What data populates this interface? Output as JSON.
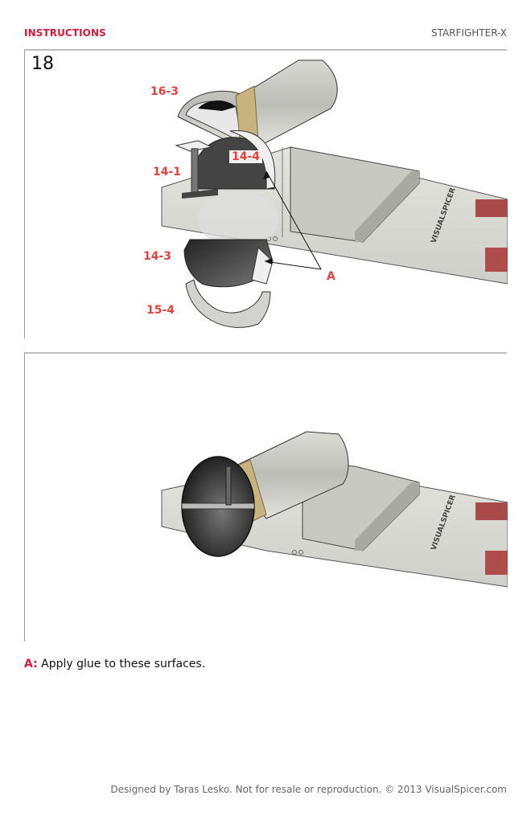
{
  "header": {
    "section": "INSTRUCTIONS",
    "model": "STARFIGHTER-X"
  },
  "colors": {
    "header_accent": "#d7193a",
    "part_label": "#e5403c",
    "panel_border": "#bdbdbd"
  },
  "steps": [
    {
      "number": "18",
      "view": "exploded",
      "labels": [
        {
          "id": "16-3",
          "text": "16-3"
        },
        {
          "id": "14-1",
          "text": "14-1"
        },
        {
          "id": "14-4",
          "text": "14-4"
        },
        {
          "id": "14-3",
          "text": "14-3"
        },
        {
          "id": "15-4",
          "text": "15-4"
        },
        {
          "id": "A",
          "text": "A"
        }
      ],
      "wing_print": "VISUALSPICER"
    },
    {
      "view": "assembled",
      "wing_print": "VISUALSPICER"
    }
  ],
  "notes": [
    {
      "key": "A:",
      "text": "Apply glue to these surfaces."
    }
  ],
  "footer": "Designed by Taras Lesko. Not for resale or reproduction. © 2013 VisualSpicer.com"
}
